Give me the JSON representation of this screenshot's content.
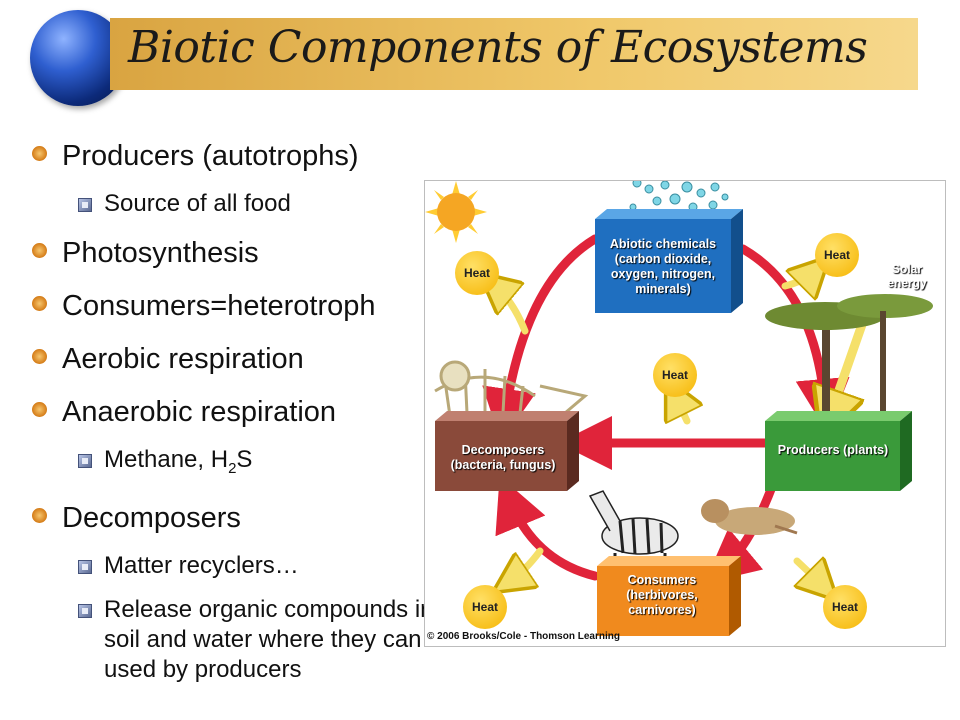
{
  "slide": {
    "title": "Biotic Components of Ecosystems"
  },
  "bullets": [
    {
      "text": "Producers (autotrophs)",
      "sub": [
        {
          "text": "Source of all food"
        }
      ]
    },
    {
      "text": "Photosynthesis",
      "sub": []
    },
    {
      "text": "Consumers=heterotroph",
      "sub": []
    },
    {
      "text": "Aerobic respiration",
      "sub": []
    },
    {
      "text": "Anaerobic respiration",
      "sub": [
        {
          "pre": "Methane, H",
          "subscript": "2",
          "post": "S"
        }
      ]
    },
    {
      "text": "Decomposers",
      "sub": [
        {
          "text": "Matter recyclers…"
        },
        {
          "text": "Release organic compounds into soil and water where they can be used by producers"
        }
      ]
    }
  ],
  "figure": {
    "abiotic": "Abiotic chemicals (carbon dioxide, oxygen, nitrogen, minerals)",
    "producers": "Producers (plants)",
    "decomposers": "Decomposers (bacteria, fungus)",
    "consumers": "Consumers (herbivores, carnivores)",
    "heat_label": "Heat",
    "solar": "Solar energy",
    "credit": "© 2006 Brooks/Cole - Thomson Learning",
    "colors": {
      "abiotic": "#1f6fc0",
      "producers": "#3a9a3a",
      "decomposers": "#8a4a3a",
      "consumers": "#f08a1e",
      "cycle_arrow": "#e0243a",
      "heat_arrow": "#f5e06a"
    }
  }
}
